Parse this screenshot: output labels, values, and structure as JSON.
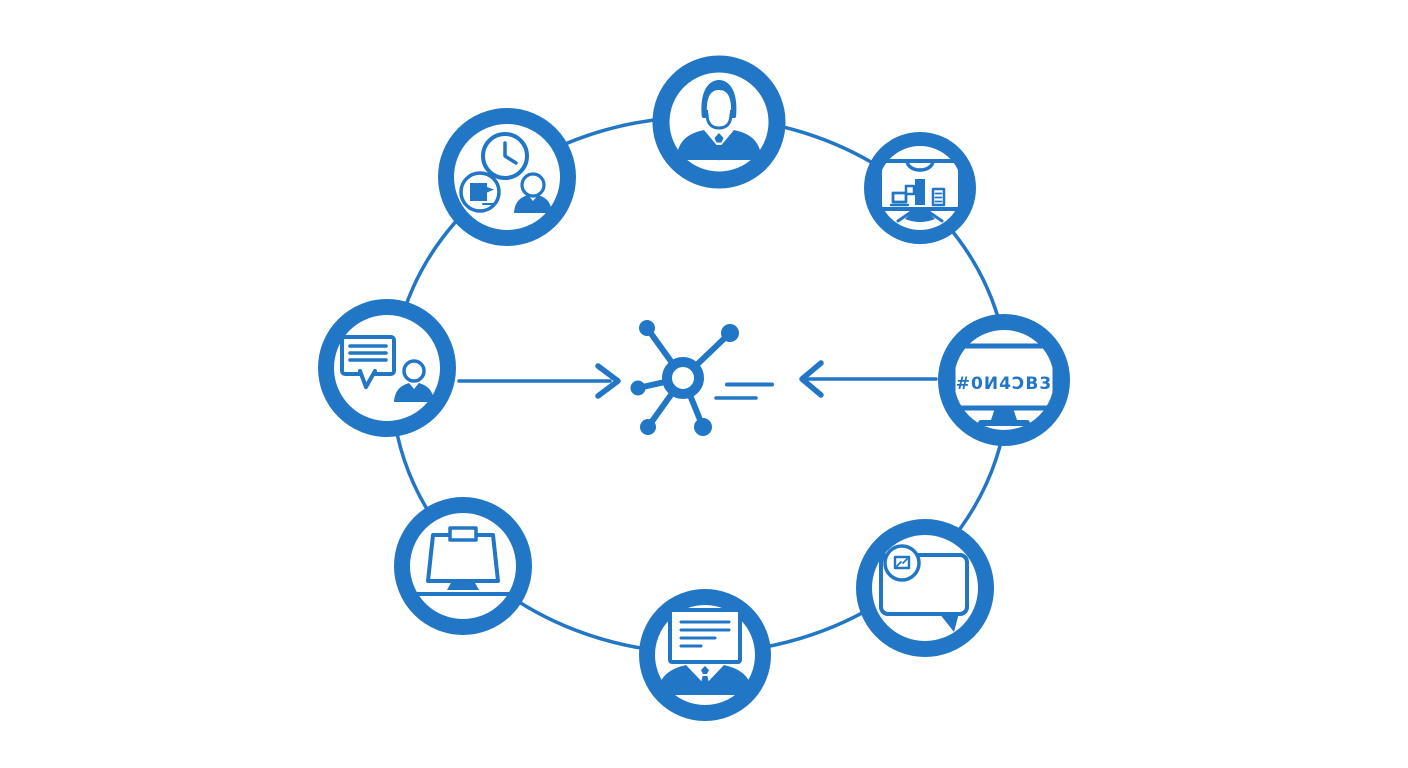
{
  "diagram": {
    "type": "circular-hub-network-illustration",
    "background_color": "#ffffff",
    "accent_color": "#2176c6",
    "connector": {
      "shape": "ellipse",
      "style": "thin solid ring linking all nodes"
    },
    "center_hub": {
      "icon": "network-hub-icon",
      "spoke_count": 5,
      "dash_count": 2
    },
    "arrows": [
      {
        "id": "left-arrow",
        "icon": "arrow-right-icon",
        "points": "right, toward hub"
      },
      {
        "id": "right-arrow",
        "icon": "arrow-left-icon",
        "points": "left, toward hub"
      }
    ],
    "nodes": [
      {
        "position": "top",
        "icon": "businessman-icon"
      },
      {
        "position": "top-right",
        "icon": "monitor-bar-chart-icon"
      },
      {
        "position": "right",
        "icon": "monitor-text-icon",
        "screen_text": "#0И4ƆB3"
      },
      {
        "position": "bottom-right",
        "icon": "chat-bubble-badge-icon"
      },
      {
        "position": "bottom",
        "icon": "document-person-icon"
      },
      {
        "position": "bottom-left",
        "icon": "laptop-icon"
      },
      {
        "position": "left",
        "icon": "speech-bubble-person-icon"
      },
      {
        "position": "top-left",
        "icon": "clock-box-person-icon"
      }
    ]
  }
}
